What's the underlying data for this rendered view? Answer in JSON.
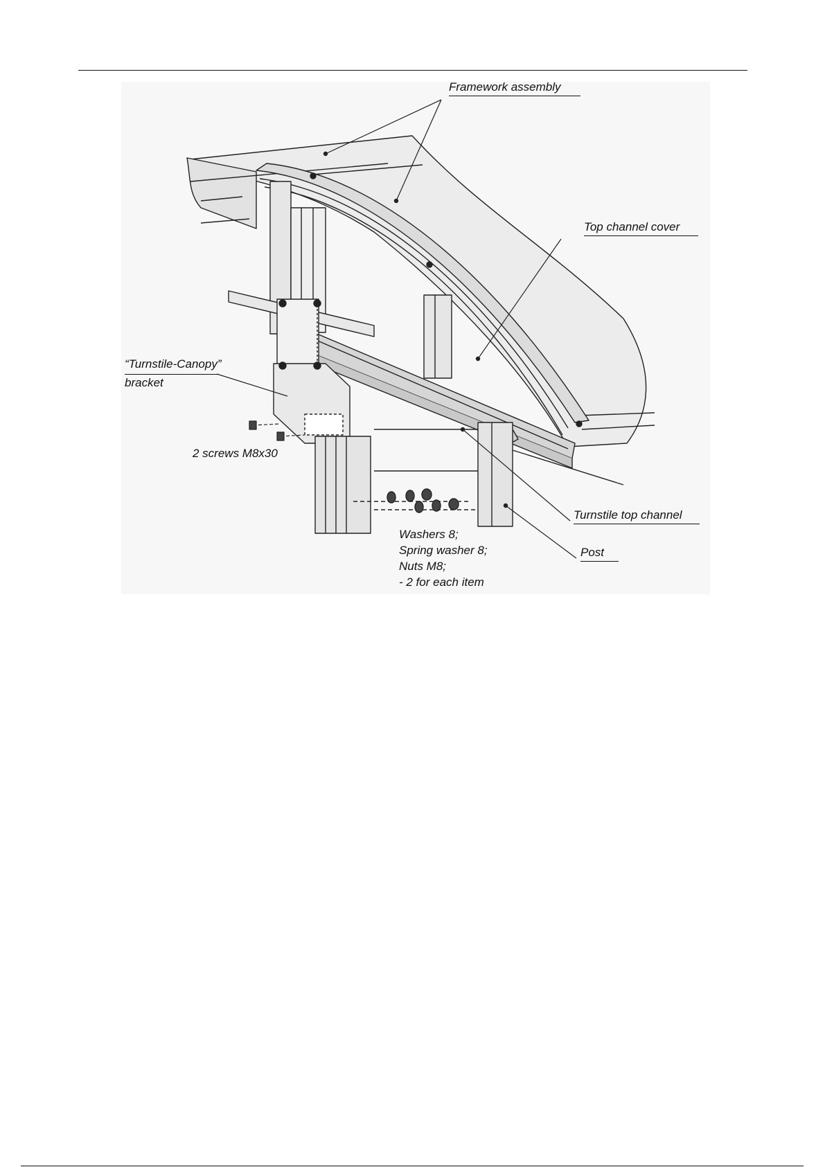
{
  "figure": {
    "labels": {
      "framework_assembly": "Framework assembly",
      "top_channel_cover": "Top channel cover",
      "bracket_line1": "“Turnstile-Canopy”",
      "bracket_line2": "bracket",
      "screws": "2 screws M8x30",
      "top_channel": "Turnstile top channel",
      "post": "Post",
      "washers": "Washers  8;",
      "spring_washer": "Spring washer  8;",
      "nuts": "Nuts  M8;",
      "each_item": "-  2 for each item"
    }
  }
}
